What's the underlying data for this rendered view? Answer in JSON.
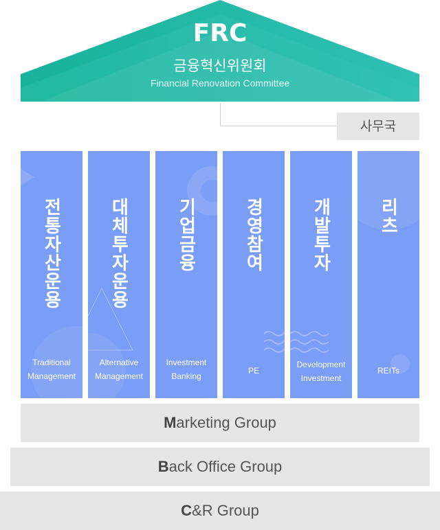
{
  "roof": {
    "title": "FRC",
    "title_ko": "금융혁신위원회",
    "title_en": "Financial Renovation Committee"
  },
  "secretariat": {
    "label": "사무국"
  },
  "pillars": [
    {
      "ko": "전통자산운용",
      "en_line1": "Traditional",
      "en_line2": "Management"
    },
    {
      "ko": "대체투자운용",
      "en_line1": "Alternative",
      "en_line2": "Management"
    },
    {
      "ko": "기업금융",
      "en_line1": "Investment",
      "en_line2": "Banking"
    },
    {
      "ko": "경영참여",
      "en_line1": "PE",
      "en_line2": ""
    },
    {
      "ko": "개발투자",
      "en_line1": "Development",
      "en_line2": "Investment"
    },
    {
      "ko": "리츠",
      "en_line1": "REITs",
      "en_line2": ""
    }
  ],
  "groups": {
    "marketing": {
      "initial": "M",
      "rest": "arketing Group"
    },
    "back_office": {
      "initial": "B",
      "rest": "ack Office Group"
    },
    "cr": {
      "initial": "C",
      "rest": "&R Group"
    }
  },
  "colors": {
    "roof": "#1fb89c",
    "pillar": "#7a9df5",
    "band": "#e6e6e6"
  }
}
